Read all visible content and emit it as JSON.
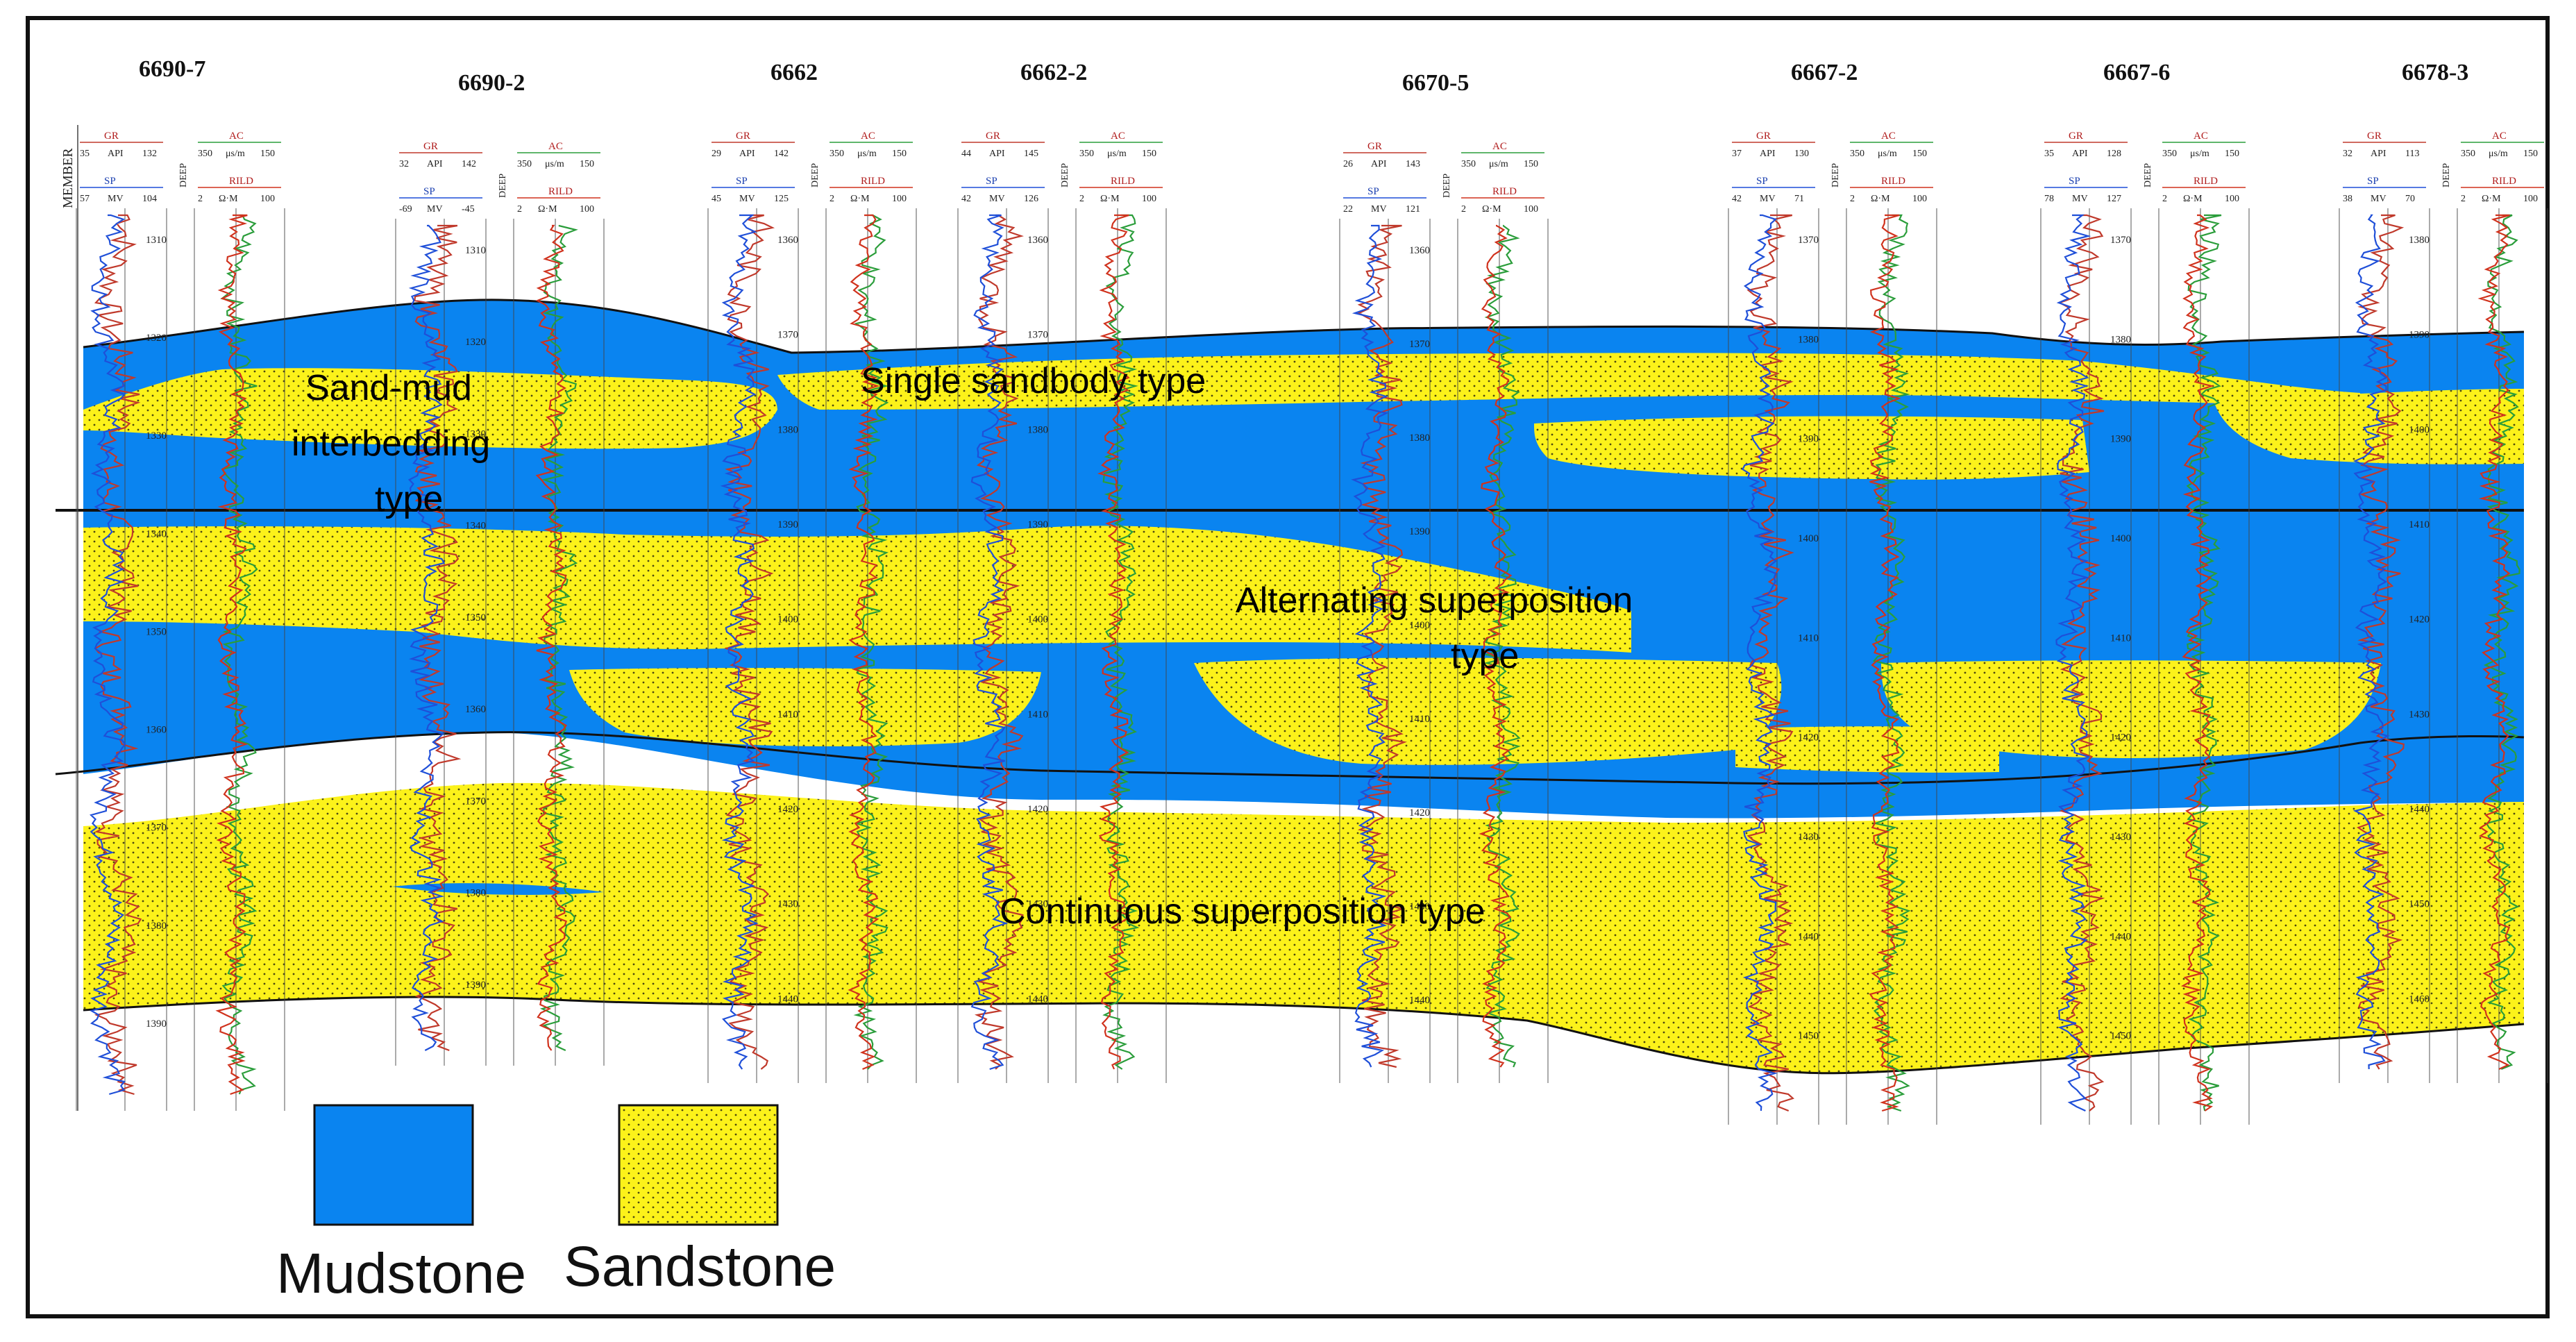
{
  "wells": [
    {
      "name": "6690-7",
      "gr": [
        "35",
        "API",
        "132"
      ],
      "sp": [
        "57",
        "MV",
        "104"
      ],
      "ac": [
        "350",
        "μs/m",
        "150"
      ],
      "rild": [
        "2",
        "Ω·M",
        "100"
      ],
      "depths": [
        "1310",
        "1320",
        "1330",
        "1340",
        "1350",
        "1360",
        "1370",
        "1380",
        "1390"
      ]
    },
    {
      "name": "6690-2",
      "gr": [
        "32",
        "API",
        "142"
      ],
      "sp": [
        "-69",
        "MV",
        "-45"
      ],
      "ac": [
        "350",
        "μs/m",
        "150"
      ],
      "rild": [
        "2",
        "Ω·M",
        "100"
      ],
      "depths": [
        "1310",
        "1320",
        "1330",
        "1340",
        "1350",
        "1360",
        "1370",
        "1380",
        "1390"
      ]
    },
    {
      "name": "6662",
      "gr": [
        "29",
        "API",
        "142"
      ],
      "sp": [
        "45",
        "MV",
        "125"
      ],
      "ac": [
        "350",
        "μs/m",
        "150"
      ],
      "rild": [
        "2",
        "Ω·M",
        "100"
      ],
      "depths": [
        "1360",
        "1370",
        "1380",
        "1390",
        "1400",
        "1410",
        "1420",
        "1430",
        "1440"
      ]
    },
    {
      "name": "6662-2",
      "gr": [
        "44",
        "API",
        "145"
      ],
      "sp": [
        "42",
        "MV",
        "126"
      ],
      "ac": [
        "350",
        "μs/m",
        "150"
      ],
      "rild": [
        "2",
        "Ω·M",
        "100"
      ],
      "depths": [
        "1360",
        "1370",
        "1380",
        "1390",
        "1400",
        "1410",
        "1420",
        "1430",
        "1440"
      ]
    },
    {
      "name": "6670-5",
      "gr": [
        "26",
        "API",
        "143"
      ],
      "sp": [
        "22",
        "MV",
        "121"
      ],
      "ac": [
        "350",
        "μs/m",
        "150"
      ],
      "rild": [
        "2",
        "Ω·M",
        "100"
      ],
      "depths": [
        "1360",
        "1370",
        "1380",
        "1390",
        "1400",
        "1410",
        "1420",
        "1430",
        "1440"
      ]
    },
    {
      "name": "6667-2",
      "gr": [
        "37",
        "API",
        "130"
      ],
      "sp": [
        "42",
        "MV",
        "71"
      ],
      "ac": [
        "350",
        "μs/m",
        "150"
      ],
      "rild": [
        "2",
        "Ω·M",
        "100"
      ],
      "depths": [
        "1370",
        "1380",
        "1390",
        "1400",
        "1410",
        "1420",
        "1430",
        "1440",
        "1450"
      ]
    },
    {
      "name": "6667-6",
      "gr": [
        "35",
        "API",
        "128"
      ],
      "sp": [
        "78",
        "MV",
        "127"
      ],
      "ac": [
        "350",
        "μs/m",
        "150"
      ],
      "rild": [
        "2",
        "Ω·M",
        "100"
      ],
      "depths": [
        "1370",
        "1380",
        "1390",
        "1400",
        "1410",
        "1420",
        "1430",
        "1440",
        "1450"
      ]
    },
    {
      "name": "6678-3",
      "gr": [
        "32",
        "API",
        "113"
      ],
      "sp": [
        "38",
        "MV",
        "70"
      ],
      "ac": [
        "350",
        "μs/m",
        "150"
      ],
      "rild": [
        "2",
        "Ω·M",
        "100"
      ],
      "depths": [
        "1380",
        "1390",
        "1400",
        "1410",
        "1420",
        "1430",
        "1440",
        "1450",
        "1460"
      ]
    }
  ],
  "header_labels": {
    "member": "MEMBER",
    "deep": "DEEP",
    "gr": "GR",
    "sp": "SP",
    "ac": "AC",
    "rild": "RILD"
  },
  "annotations": {
    "sand_mud": [
      "Sand-mud",
      "interbedding",
      "type"
    ],
    "single": "Single sandbody type",
    "alternating": [
      "Alternating superposition",
      "type"
    ],
    "continuous": "Continuous superposition type"
  },
  "legend": {
    "mudstone": "Mudstone",
    "sandstone": "Sandstone"
  },
  "colors": {
    "mudstone": "#0a84f0",
    "sandstone": "#fcf21a",
    "gr_curve": "#c0392b",
    "sp_curve": "#1f4fd8",
    "ac_curve": "#2a9d3a",
    "rild_curve": "#d0321d"
  }
}
